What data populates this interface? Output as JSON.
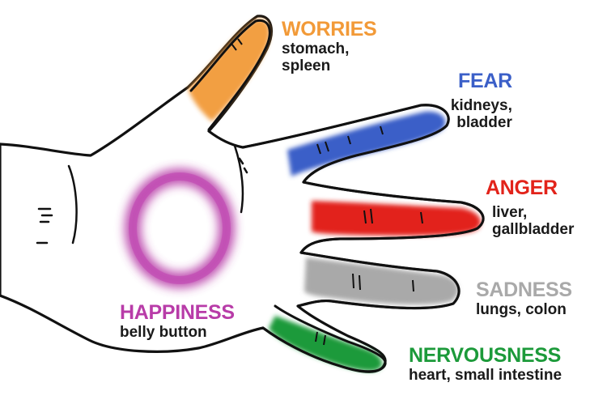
{
  "colors": {
    "worries": "#F29A38",
    "fear": "#3B5FC8",
    "anger": "#E2231A",
    "sadness": "#A9A9A9",
    "happiness": "#B83CA8",
    "nervousness": "#1C9A3A",
    "outline": "#111111"
  },
  "labels": {
    "worries": {
      "emotion": "WORRIES",
      "organs_1": "stomach,",
      "organs_2": "spleen"
    },
    "fear": {
      "emotion": "FEAR",
      "organs_1": "kidneys,",
      "organs_2": "bladder"
    },
    "anger": {
      "emotion": "ANGER",
      "organs_1": "liver,",
      "organs_2": "gallbladder"
    },
    "sadness": {
      "emotion": "SADNESS",
      "organs_1": "lungs, colon"
    },
    "happiness": {
      "emotion": "HAPPINESS",
      "organs_1": "belly button"
    },
    "nervousness": {
      "emotion": "NERVOUSNESS",
      "organs_1": "heart, small intestine"
    }
  }
}
